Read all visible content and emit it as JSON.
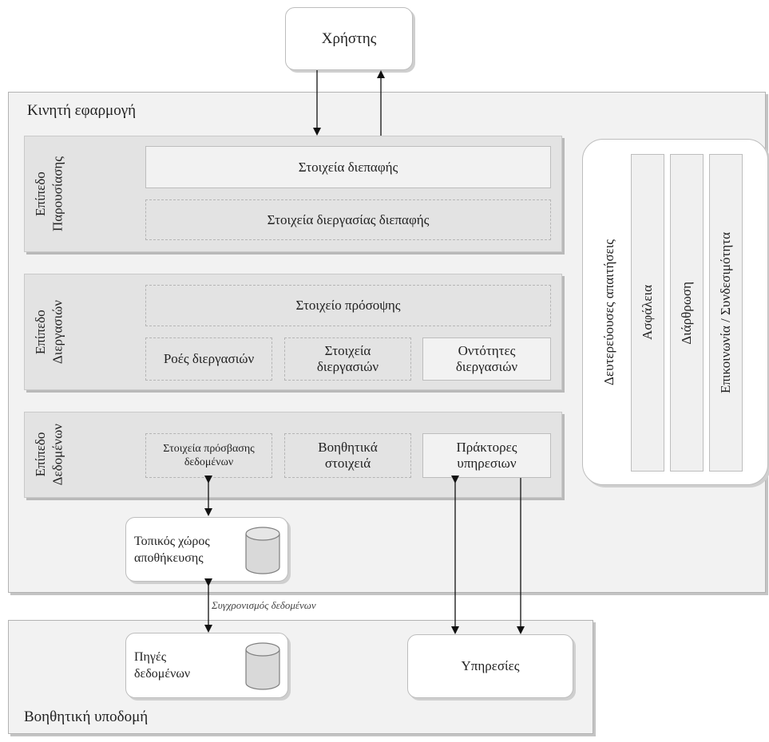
{
  "user": {
    "label": "Χρήστης"
  },
  "mobile_app": {
    "title": "Κινητή εφαρμογή",
    "presentation_layer": {
      "label": "Επίπεδο\nΠαρουσίασης",
      "items": [
        "Στοιχεία διεπαφής",
        "Στοιχεία διεργασίας διεπαφής"
      ]
    },
    "process_layer": {
      "label": "Επίπεδο\nΔιεργασιών",
      "facade": "Στοιχείο πρόσοψης",
      "items": [
        "Ροές διεργασιών",
        "Στοιχεία\nδιεργασιών",
        "Οντότητες\nδιεργασιών"
      ]
    },
    "data_layer": {
      "label": "Επίπεδο\nΔεδομένων",
      "items": [
        "Στοιχεία πρόσβασης\nδεδομένων",
        "Βοηθητικά\nστοιχειά",
        "Πράκτορες\nυπηρεσιων"
      ]
    },
    "local_storage": {
      "label": "Τοπικός χώρος\nαποθήκευσης"
    },
    "secondary": {
      "title": "Δευτερεύουσες απαιτήσεις",
      "columns": [
        "Ασφάλεια",
        "Διάρθρωση",
        "Επικοινωνία / Συνδεσιμότητα"
      ]
    }
  },
  "sync_label": "Συγχρονισμός δεδομένων",
  "infrastructure": {
    "title": "Βοηθητική υποδομή",
    "data_sources": {
      "label": "Πηγές\nδεδομένων"
    },
    "services": {
      "label": "Υπηρεσίες"
    }
  }
}
